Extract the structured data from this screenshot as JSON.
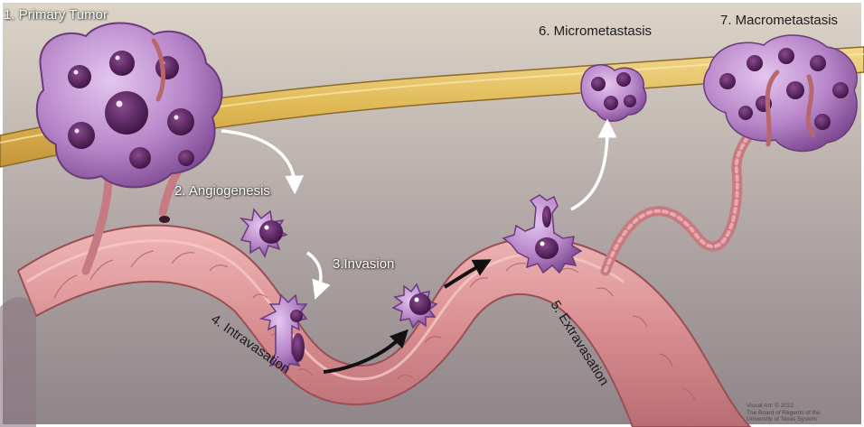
{
  "stages": [
    {
      "label": "1. Primary Tumor"
    },
    {
      "label": "2. Angiogenesis"
    },
    {
      "label": "3.Invasion"
    },
    {
      "label": "4. Intravasation"
    },
    {
      "label": "5. Extravasation"
    },
    {
      "label": "6. Micrometastasis"
    },
    {
      "label": "7. Macrometastasis"
    }
  ],
  "credit": [
    "Visual Art: © 2022",
    "The Board of Regents of the",
    "University of Texas System"
  ],
  "colors": {
    "tissue_top": "#d9d0c2",
    "tissue_bottom": "#9a9094",
    "membrane": "#e6c46a",
    "vessel": "#d98f92",
    "vessel_wall": "#b8686c",
    "cell": "#b785c9",
    "nucleus": "#5a2460",
    "arrow_white": "#ffffff",
    "arrow_black": "#111111"
  }
}
